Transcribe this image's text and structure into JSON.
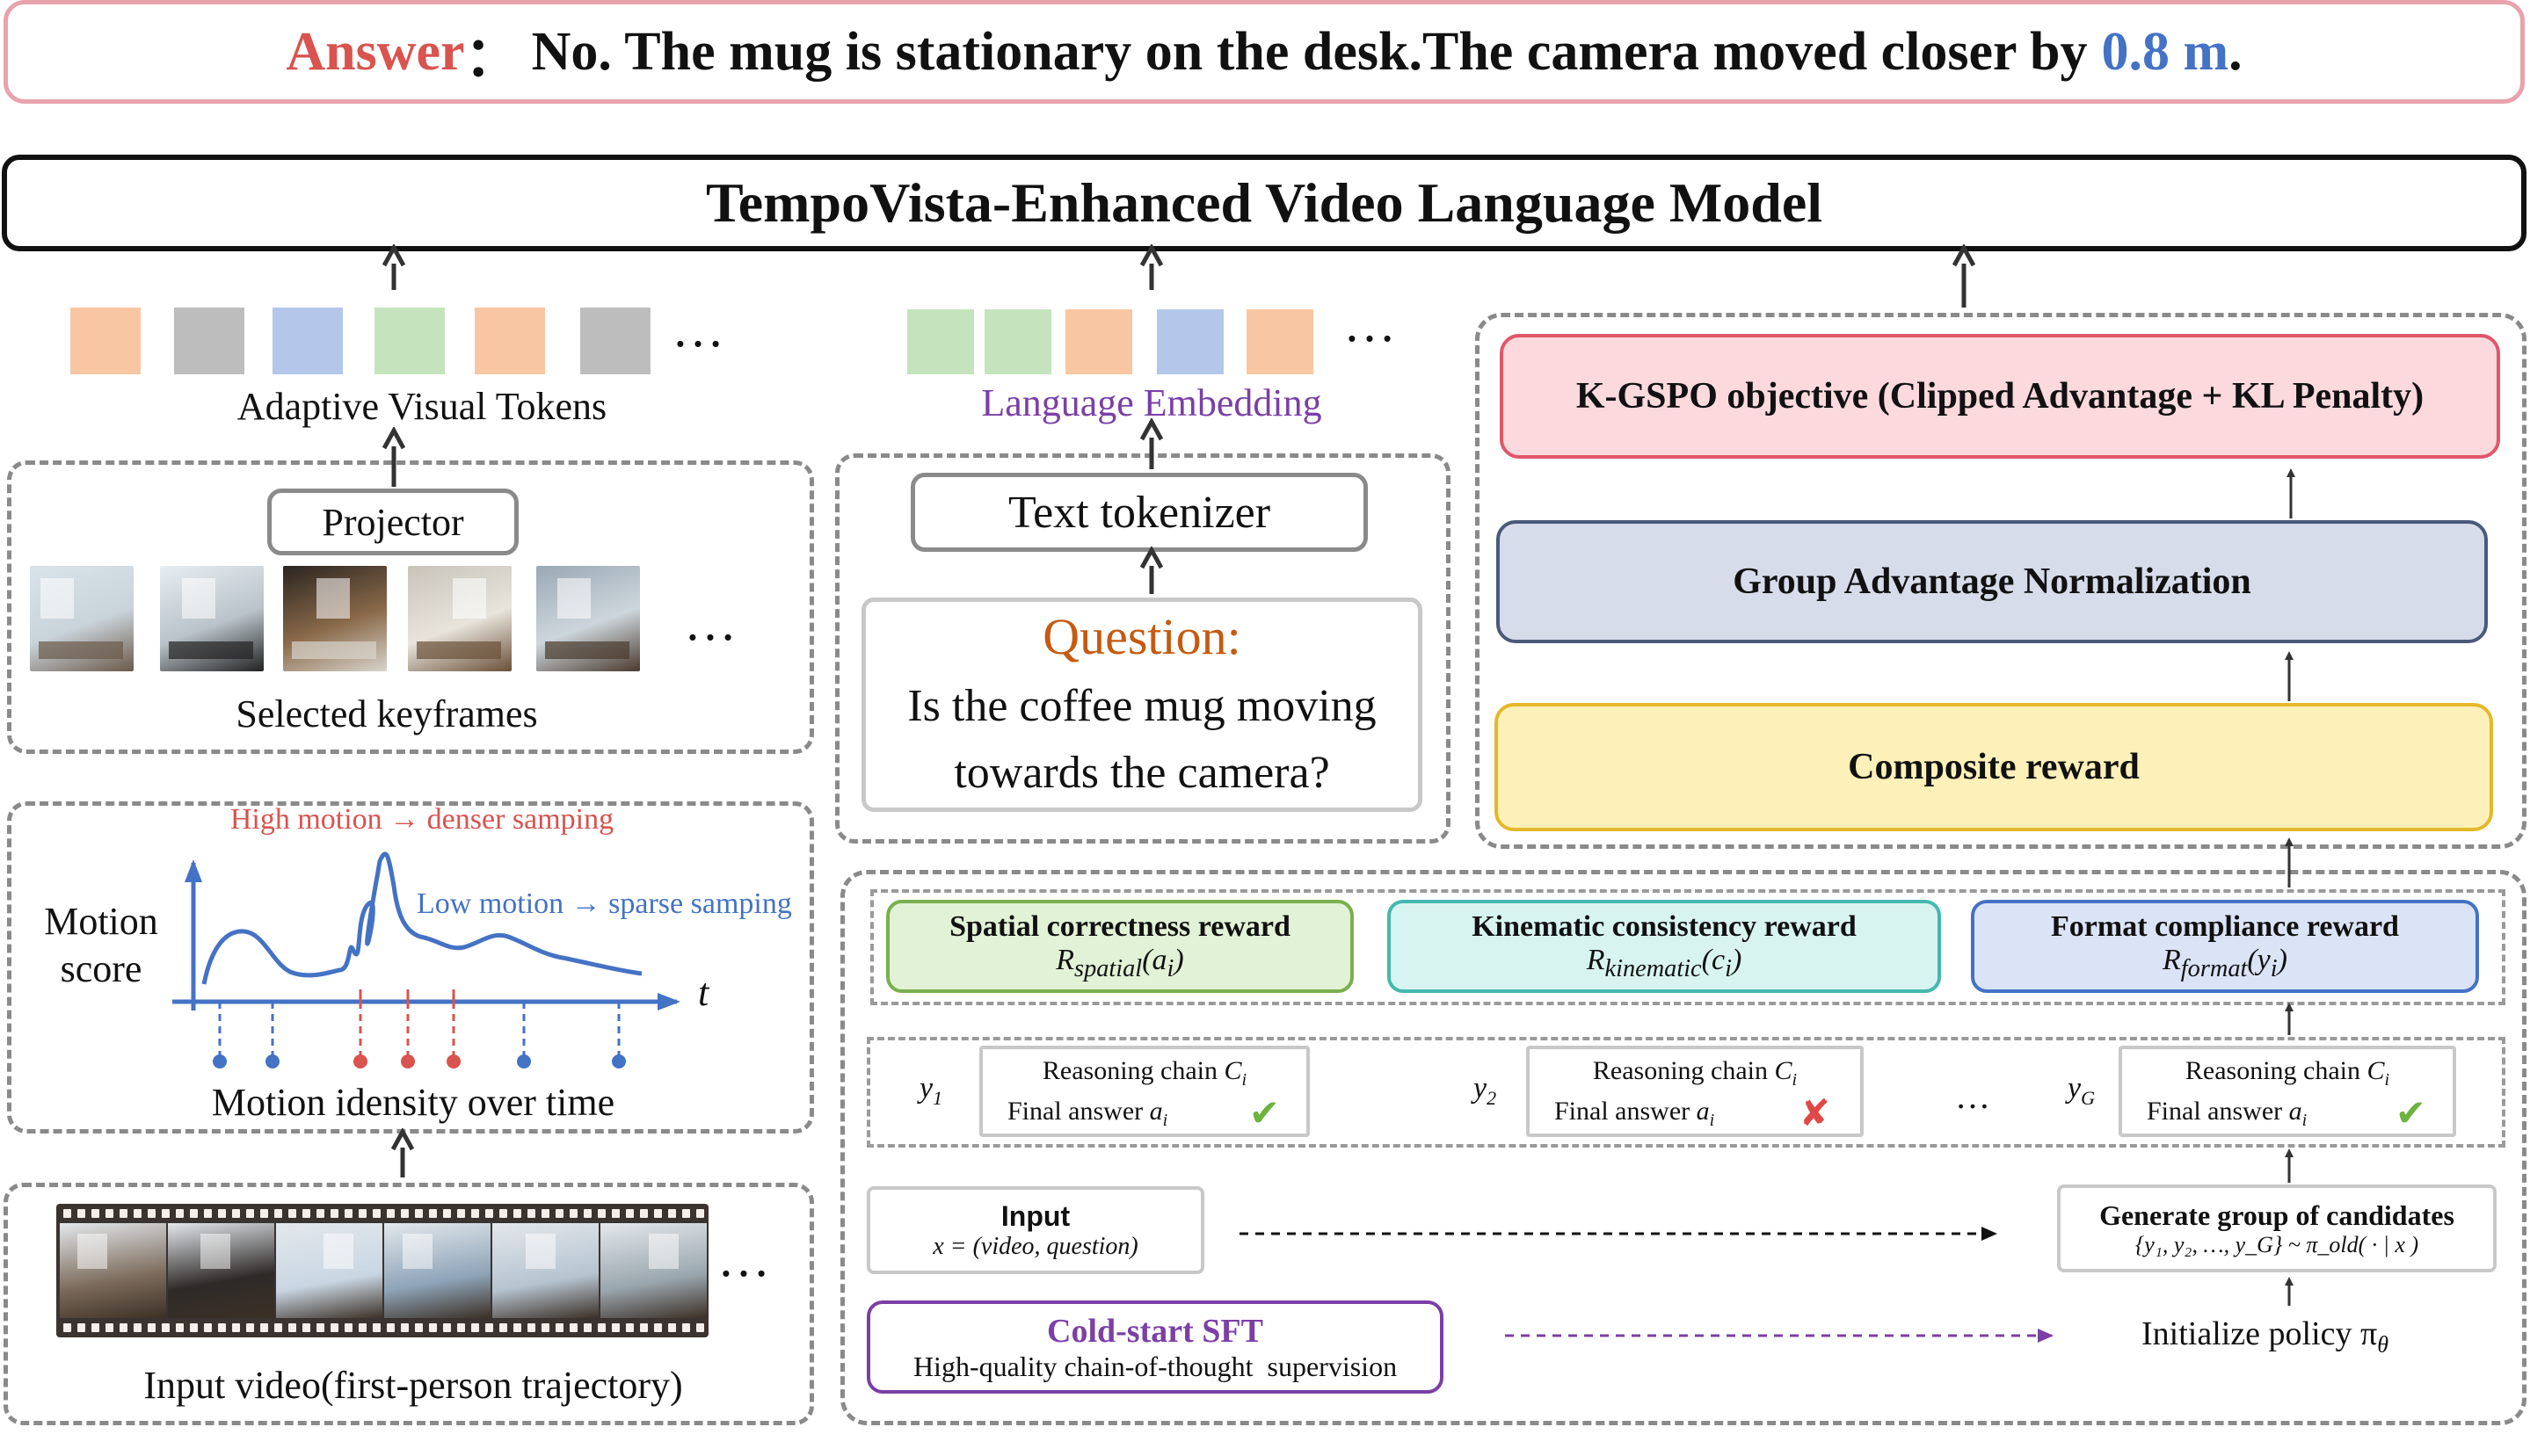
{
  "answer": {
    "label": "Answer",
    "colon": "：",
    "text": "No. The mug is stationary on the desk.The camera moved closer by",
    "value": "0.8 m",
    "end": "."
  },
  "model_title": "TempoVista-Enhanced Video Language Model",
  "visual": {
    "tokens_label": "Adaptive Visual Tokens",
    "token_colors": [
      "#f8c6a3",
      "#bdbdbd",
      "#b4c7ea",
      "#c5e4bd",
      "#f8c6a3",
      "#bdbdbd"
    ],
    "ellipsis": "…",
    "projector": "Projector",
    "keyframes_label": "Selected keyframes"
  },
  "motion": {
    "high_note": "High motion → denser samping",
    "low_note": "Low motion → sparse samping",
    "y_label_line1": "Motion",
    "y_label_line2": "score",
    "x_label": "t",
    "caption": "Motion idensity over time"
  },
  "input_video": {
    "label": "Input video(first-person trajectory)",
    "ellipsis": "…"
  },
  "language": {
    "token_colors": [
      "#c5e4bd",
      "#c5e4bd",
      "#f8c6a3",
      "#b4c7ea",
      "#f8c6a3"
    ],
    "ellipsis": "…",
    "label": "Language Embedding",
    "tokenizer": "Text tokenizer",
    "question_title": "Question:",
    "question_line1": "Is the coffee mug moving",
    "question_line2": "towards the camera?"
  },
  "rl": {
    "objective": "K-GSPO objective (Clipped Advantage + KL Penalty)",
    "normalization": "Group Advantage Normalization",
    "composite": "Composite reward",
    "rewards": [
      {
        "title": "Spatial correctness reward",
        "formula_main": "R",
        "formula_sub": "spatial",
        "formula_arg": "(a",
        "formula_arg_sub": "i",
        "formula_close": ")"
      },
      {
        "title": "Kinematic consistency reward",
        "formula_main": "R",
        "formula_sub": "kinematic",
        "formula_arg": "(c",
        "formula_arg_sub": "i",
        "formula_close": ")"
      },
      {
        "title": "Format compliance reward",
        "formula_main": "R",
        "formula_sub": "format",
        "formula_arg": "(y",
        "formula_arg_sub": "i",
        "formula_close": ")"
      }
    ],
    "candidates": [
      {
        "y": "y",
        "y_sub": "1",
        "chain": "Reasoning chain ",
        "chain_var": "C",
        "chain_sub": "i",
        "answer": "Final answer ",
        "answer_var": "a",
        "answer_sub": "i",
        "mark": "✔"
      },
      {
        "y": "y",
        "y_sub": "2",
        "chain": "Reasoning chain ",
        "chain_var": "C",
        "chain_sub": "i",
        "answer": "Final answer ",
        "answer_var": "a",
        "answer_sub": "i",
        "mark": "✘"
      },
      {
        "y": "y",
        "y_sub": "G",
        "chain": "Reasoning chain ",
        "chain_var": "C",
        "chain_sub": "i",
        "answer": "Final answer ",
        "answer_var": "a",
        "answer_sub": "i",
        "mark": "✔"
      }
    ],
    "candidates_ellipsis": "…",
    "input_title": "Input",
    "input_formula": "x = (video, question)",
    "generate_title": "Generate group of candidates",
    "generate_formula": "{y₁, y₂, …, y_G} ~ π_old( · | x )",
    "coldstart_title": "Cold-start SFT",
    "coldstart_sub": "High-quality chain-of-thought  supervision",
    "init_policy": "Initialize policy π",
    "init_policy_sub": "θ"
  },
  "colors": {
    "answer_red": "#d9534f",
    "answer_blue": "#4472c4",
    "objective_fill": "#fbd9dd",
    "objective_border": "#e0566a",
    "norm_fill": "#d6dcea",
    "norm_border": "#4a5a7a",
    "composite_fill": "#fdf0b8",
    "composite_border": "#e5b82a",
    "spatial_fill": "#e1f2d6",
    "spatial_border": "#79b04e",
    "kinematic_fill": "#d8f4f1",
    "kinematic_border": "#45b8ad",
    "format_fill": "#dbe3f6",
    "format_border": "#4472c4",
    "coldstart_border": "#7b3fa6",
    "coldstart_text": "#7b3fa6",
    "language_label": "#7b3fa6",
    "question_title": "#c55a11",
    "high_motion": "#d9534f",
    "low_motion": "#4472c4",
    "check_green": "#6db33f",
    "cross_red": "#e04848"
  }
}
